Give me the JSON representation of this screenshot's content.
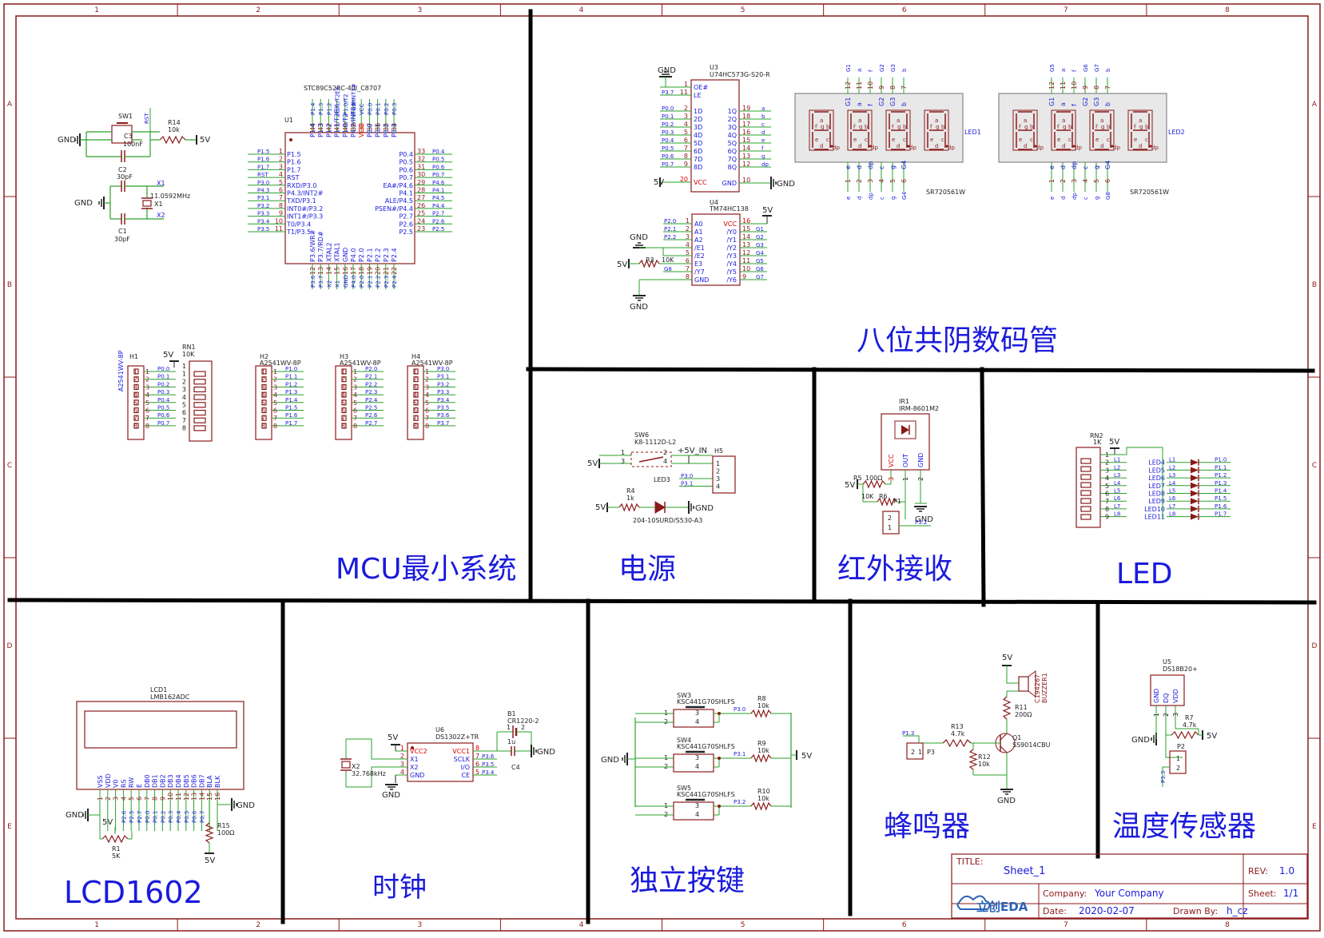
{
  "border": {
    "columns": [
      "1",
      "2",
      "3",
      "4",
      "5",
      "6",
      "7",
      "8"
    ],
    "rows": [
      "A",
      "B",
      "C",
      "D",
      "E"
    ]
  },
  "sections": {
    "mcu": "MCU最小系统",
    "display": "八位共阴数码管",
    "power": "电源",
    "ir": "红外接收",
    "led": "LED",
    "lcd": "LCD1602",
    "clock": "时钟",
    "keys": "独立按键",
    "buzzer": "蜂鸣器",
    "temp": "温度传感器"
  },
  "title_block": {
    "title_label": "TITLE:",
    "title_value": "Sheet_1",
    "rev_label": "REV:",
    "rev_value": "1.0",
    "company_label": "Company:",
    "company_value": "Your Company",
    "sheet_label": "Sheet:",
    "sheet_value": "1/1",
    "date_label": "Date:",
    "date_value": "2020-02-07",
    "drawn_label": "Drawn By:",
    "drawn_value": "h_cz",
    "logo": "立创EDA"
  },
  "mcu": {
    "u1_ref": "U1",
    "u1_part": "STC89C52RC-40I_C8707",
    "left_pins": [
      "P1.5",
      "P1.6",
      "P1.7",
      "RST",
      "RXD/P3.0",
      "P4.3/INT2#",
      "TXD/P3.1",
      "INT0#/P3.2",
      "INT1#/P3.3",
      "T0/P3.4",
      "T1/P3.5"
    ],
    "left_nums": [
      "1",
      "2",
      "3",
      "4",
      "5",
      "6",
      "7",
      "8",
      "9",
      "10",
      "11"
    ],
    "left_nets": [
      "P1.5",
      "P1.6",
      "P1.7",
      "RST",
      "P3.0",
      "P4.3",
      "P3.1",
      "P3.2",
      "P3.3",
      "P3.4",
      "P3.5"
    ],
    "right_pins": [
      "P0.4",
      "P0.5",
      "P0.6",
      "P0.7",
      "EA#/P4.6",
      "P4.1",
      "ALE/P4.5",
      "PSEN#/P4.4",
      "P2.7",
      "P2.6",
      "P2.5"
    ],
    "right_nums": [
      "33",
      "32",
      "31",
      "30",
      "29",
      "28",
      "27",
      "26",
      "25",
      "24",
      "23"
    ],
    "right_nets": [
      "P0.4",
      "P0.5",
      "P0.6",
      "P0.7",
      "P4.6",
      "P4.1",
      "P4.5",
      "P4.4",
      "P2.7",
      "P2.6",
      "P2.5"
    ],
    "top_pins": [
      "P1.4",
      "P1.3",
      "P1.2",
      "P1.1/T2EX",
      "P1.0/T2",
      "P4.2/INT3#",
      "VCC",
      "P0.0",
      "P0.1",
      "P0.2",
      "P0.3"
    ],
    "top_nums": [
      "44",
      "43",
      "42",
      "41",
      "40",
      "39",
      "38",
      "37",
      "36",
      "35",
      "34"
    ],
    "bottom_pins": [
      "P3.6/WR#",
      "P3.7/RD#",
      "XTAL2",
      "XTAL1",
      "GND",
      "P4.0",
      "P2.0",
      "P2.1",
      "P2.2",
      "P2.3",
      "P2.4"
    ],
    "bottom_nums": [
      "12",
      "13",
      "14",
      "15",
      "16",
      "17",
      "18",
      "19",
      "20",
      "21",
      "22"
    ],
    "bottom_nets": [
      "P3.6",
      "P3.7",
      "X2",
      "X1",
      "GND",
      "P4.0",
      "P2.0",
      "P2.1",
      "P2.2",
      "P2.3",
      "P2.4"
    ],
    "sw1": "SW1",
    "c3": "C3",
    "c3_val": "100nF",
    "r14": "R14",
    "r14_val": "10k",
    "rst_net": "RST",
    "gnd": "GND",
    "v5": "5V",
    "c2": "C2",
    "c2_val": "30pF",
    "c1": "C1",
    "c1_val": "30pF",
    "x1_label": "X1",
    "x2_label": "X2",
    "crystal_val": "11.0592MHz",
    "crystal_ref": "X1",
    "h1": "H1",
    "h1_part": "A2541WV-8P",
    "rn1": "RN1",
    "rn1_val": "10K",
    "h1_nets": [
      "P0.0",
      "P0.1",
      "P0.2",
      "P0.3",
      "P0.4",
      "P0.5",
      "P0.6",
      "P0.7"
    ],
    "h2": "H2",
    "h2_part": "A2541WV-8P",
    "h2_nets": [
      "P1.0",
      "P1.1",
      "P1.2",
      "P1.3",
      "P1.4",
      "P1.5",
      "P1.6",
      "P1.7"
    ],
    "h3": "H3",
    "h3_part": "A2541WV-8P",
    "h3_nets": [
      "P2.0",
      "P2.1",
      "P2.2",
      "P2.3",
      "P2.4",
      "P2.5",
      "P2.6",
      "P2.7"
    ],
    "h4": "H4",
    "h4_part": "A2541WV-8P",
    "h4_nets": [
      "P3.0",
      "P3.1",
      "P3.2",
      "P3.3",
      "P3.4",
      "P3.5",
      "P3.6",
      "P3.7"
    ],
    "nums8": [
      "1",
      "2",
      "3",
      "4",
      "5",
      "6",
      "7",
      "8"
    ]
  },
  "display": {
    "u3_ref": "U3",
    "u3_part": "U74HC573G-S20-R",
    "u3_left": [
      "OE#",
      "LE",
      "1D",
      "2D",
      "3D",
      "4D",
      "5D",
      "6D",
      "7D",
      "8D",
      "VCC"
    ],
    "u3_left_nets": [
      "",
      "P3.7",
      "P0.0",
      "P0.1",
      "P0.2",
      "P0.3",
      "P0.4",
      "P0.5",
      "P0.6",
      "P0.7",
      ""
    ],
    "u3_left_nums": [
      "1",
      "11",
      "2",
      "3",
      "4",
      "5",
      "6",
      "7",
      "8",
      "9",
      "20"
    ],
    "u3_right": [
      "1Q",
      "2Q",
      "3Q",
      "4Q",
      "5Q",
      "6Q",
      "7Q",
      "8Q",
      "GND"
    ],
    "u3_right_nums": [
      "19",
      "18",
      "17",
      "16",
      "15",
      "14",
      "13",
      "12",
      "10"
    ],
    "u3_right_nets": [
      "a",
      "b",
      "c",
      "d",
      "e",
      "f",
      "g",
      "dp",
      ""
    ],
    "u4_ref": "U4",
    "u4_part": "TM74HC138",
    "u4_left": [
      "A0",
      "A1",
      "A2",
      "/E1",
      "/E2",
      "E3",
      "/Y7",
      "GND"
    ],
    "u4_left_nums": [
      "1",
      "2",
      "3",
      "4",
      "5",
      "6",
      "7",
      "8"
    ],
    "u4_left_nets": [
      "P2.0",
      "P2.1",
      "P2.2",
      "",
      "",
      "",
      "G8",
      ""
    ],
    "u4_right": [
      "VCC",
      "/Y0",
      "/Y1",
      "/Y2",
      "/Y3",
      "/Y4",
      "/Y5",
      "/Y6"
    ],
    "u4_right_nums": [
      "16",
      "15",
      "14",
      "13",
      "12",
      "11",
      "10",
      "9"
    ],
    "u4_right_nets": [
      "",
      "G1",
      "G2",
      "G3",
      "G4",
      "G5",
      "G6",
      "G7"
    ],
    "r3": "R3",
    "r3_val": "10K",
    "led1": "LED1",
    "led2": "LED2",
    "led_part": "SR720561W",
    "led1_top_nets": [
      "G1",
      "a",
      "f",
      "G2",
      "G3",
      "b"
    ],
    "led1_top_nums": [
      "12",
      "11",
      "10",
      "9",
      "8",
      "7"
    ],
    "led1_top_pins": [
      "G1",
      "a",
      "f",
      "G2",
      "G3",
      "b"
    ],
    "led1_bot_pins": [
      "e",
      "d",
      "dp",
      "c",
      "g",
      "G4"
    ],
    "led1_bot_nums": [
      "1",
      "2",
      "3",
      "4",
      "5",
      "6"
    ],
    "led1_bot_nets": [
      "e",
      "d",
      "dp",
      "c",
      "g",
      "G4"
    ],
    "led2_top_nets": [
      "G5",
      "a",
      "f",
      "G6",
      "G7",
      "b"
    ],
    "led2_top_pins": [
      "G1",
      "a",
      "f",
      "G2",
      "G3",
      "b"
    ],
    "led2_bot_pins": [
      "e",
      "d",
      "dp",
      "c",
      "g",
      "G4"
    ],
    "led2_bot_nets": [
      "e",
      "d",
      "dp",
      "c",
      "g",
      "G8"
    ],
    "digit_segs": [
      "a",
      "f",
      "g",
      "b",
      "e",
      "c",
      "d",
      "dp"
    ]
  },
  "power": {
    "sw6": "SW6",
    "sw6_part": "K8-1112D-L2",
    "net_5v_in": "+5V_IN",
    "h5": "H5",
    "h5_nets": [
      "",
      "",
      "P3.0",
      "P3.1"
    ],
    "h5_nums": [
      "1",
      "2",
      "3",
      "4"
    ],
    "led3": "LED3",
    "r4": "R4",
    "r4_val": "1k",
    "led_part": "204-10SURD/S530-A3",
    "v5": "5V",
    "gnd": "GND",
    "sw_nums": [
      "1",
      "3",
      "2",
      "4"
    ]
  },
  "ir": {
    "ref": "IR1",
    "part": "IRM-8601M2",
    "pins": [
      "VCC",
      "OUT",
      "GND"
    ],
    "pin_nums": [
      "3",
      "1",
      "2"
    ],
    "r5": "R5",
    "r5_val": "100Ω",
    "r6": "R6",
    "r6_val": "10K",
    "p1": "P1",
    "p1_nums": [
      "2",
      "1"
    ],
    "net": "P3.2",
    "v5": "5V",
    "gnd": "GND"
  },
  "led": {
    "rn2": "RN2",
    "rn2_val": "1K",
    "v5": "5V",
    "rn_nums": [
      "1",
      "2",
      "3",
      "4",
      "5",
      "6",
      "7",
      "8",
      "9"
    ],
    "l_nets": [
      "L1",
      "L2",
      "L3",
      "L4",
      "L5",
      "L6",
      "L7",
      "L8"
    ],
    "leds": [
      "LED4",
      "LED5",
      "LED6",
      "LED7",
      "LED8",
      "LED9",
      "LED10",
      "LED11"
    ],
    "p_nets": [
      "P1.0",
      "P1.1",
      "P1.2",
      "P1.3",
      "P1.4",
      "P1.5",
      "P1.6",
      "P1.7"
    ]
  },
  "lcd": {
    "ref": "LCD1",
    "part": "LMB162ADC",
    "pins": [
      "VSS",
      "VDD",
      "V0",
      "RS",
      "RW",
      "E",
      "DB0",
      "DB1",
      "DB2",
      "DB3",
      "DB4",
      "DB5",
      "DB6",
      "DB7",
      "BLA",
      "BLK"
    ],
    "nums": [
      "1",
      "2",
      "3",
      "4",
      "5",
      "6",
      "7",
      "8",
      "9",
      "10",
      "11",
      "12",
      "13",
      "14",
      "15",
      "16"
    ],
    "nets": [
      "",
      "",
      "",
      "P2.6",
      "P2.5",
      "P2.7",
      "P0.0",
      "P0.1",
      "P0.2",
      "P0.3",
      "P0.4",
      "P0.5",
      "P0.6",
      "P0.7",
      "",
      ""
    ],
    "r1": "R1",
    "r1_val": "5K",
    "r15": "R15",
    "r15_val": "100Ω",
    "gnd": "GND",
    "v5": "5V"
  },
  "clock": {
    "u6_ref": "U6",
    "u6_part": "DS1302Z+TR",
    "left_pins": [
      "VCC2",
      "X1",
      "X2",
      "GND"
    ],
    "left_nums": [
      "1",
      "2",
      "3",
      "4"
    ],
    "right_pins": [
      "VCC1",
      "SCLK",
      "I/O",
      "CE"
    ],
    "right_nums": [
      "8",
      "7",
      "6",
      "5"
    ],
    "right_nets": [
      "",
      "P3.6",
      "P3.5",
      "P3.4"
    ],
    "x2": "X2",
    "x2_val": "32.768kHz",
    "b1": "B1",
    "b1_part": "CR1220-2",
    "c4": "C4",
    "c4_val": "1u",
    "v5": "5V",
    "gnd": "GND",
    "b_nums": [
      "1",
      "2"
    ]
  },
  "keys": {
    "switches": [
      {
        "ref": "SW3",
        "part": "KSC441G70SHLFS",
        "res": "R8",
        "res_val": "10k",
        "net": "P3.0"
      },
      {
        "ref": "SW4",
        "part": "KSC441G70SHLFS",
        "res": "R9",
        "res_val": "10k",
        "net": "P3.1"
      },
      {
        "ref": "SW5",
        "part": "KSC441G70SHLFS",
        "res": "R10",
        "res_val": "10k",
        "net": "P3.2"
      }
    ],
    "sw_nums": [
      "1",
      "2",
      "3",
      "4"
    ],
    "gnd": "GND",
    "v5": "5V"
  },
  "buzzer": {
    "v5": "5V",
    "buzzer_ref": "BUZZER1",
    "buzzer_part": "C194267",
    "r11": "R11",
    "r11_val": "200Ω",
    "q1": "Q1",
    "q1_part": "SS9014CBU",
    "r13": "R13",
    "r13_val": "4.7k",
    "r12": "R12",
    "r12_val": "10k",
    "p3": "P3",
    "net": "P1.3",
    "gnd": "GND",
    "p_nums": [
      "2",
      "1"
    ]
  },
  "temp": {
    "u5_ref": "U5",
    "u5_part": "DS18B20+",
    "pins": [
      "GND",
      "DQ",
      "VDD"
    ],
    "nums": [
      "1",
      "2",
      "3"
    ],
    "r7": "R7",
    "r7_val": "4.7k",
    "p2": "P2",
    "p2_nums": [
      "1",
      "2"
    ],
    "net": "P3.3",
    "gnd": "GND",
    "v5": "5V"
  }
}
